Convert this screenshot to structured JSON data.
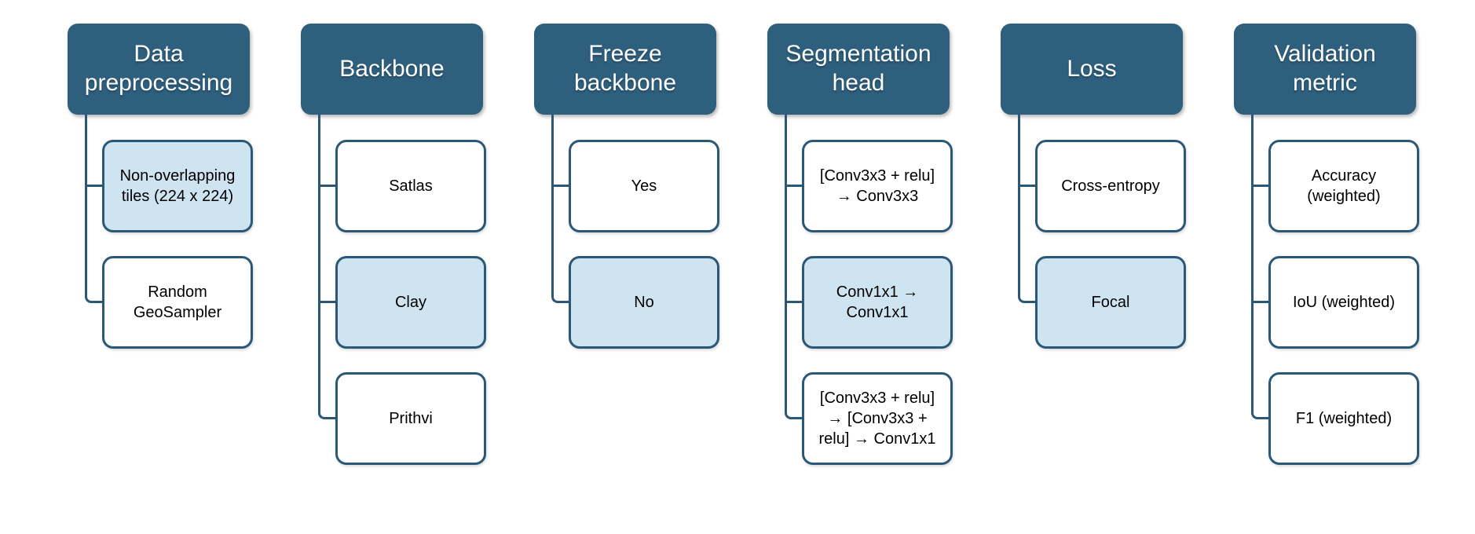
{
  "diagram": {
    "type": "options-tree",
    "colors": {
      "header_bg": "#2E5F7D",
      "header_text": "#FFFFFF",
      "option_bg": "#FFFFFF",
      "option_text": "#000000",
      "selected_bg": "#CFE4F1",
      "line": "#2B5876"
    },
    "columns": [
      {
        "header": "Data\npreprocessing",
        "options": [
          {
            "label": "Non-overlapping\ntiles (224 x 224)",
            "selected": true
          },
          {
            "label": "Random\nGeoSampler",
            "selected": false
          }
        ]
      },
      {
        "header": "Backbone",
        "options": [
          {
            "label": "Satlas",
            "selected": false
          },
          {
            "label": "Clay",
            "selected": true
          },
          {
            "label": "Prithvi",
            "selected": false
          }
        ]
      },
      {
        "header": "Freeze\nbackbone",
        "options": [
          {
            "label": "Yes",
            "selected": false
          },
          {
            "label": "No",
            "selected": true
          }
        ]
      },
      {
        "header": "Segmentation\nhead",
        "options": [
          {
            "label": "[Conv3x3 + relu]\n→ Conv3x3",
            "selected": false
          },
          {
            "label": "Conv1x1 →\nConv1x1",
            "selected": true
          },
          {
            "label": "[Conv3x3 + relu]\n→ [Conv3x3 +\nrelu] → Conv1x1",
            "selected": false
          }
        ]
      },
      {
        "header": "Loss",
        "options": [
          {
            "label": "Cross-entropy",
            "selected": false
          },
          {
            "label": "Focal",
            "selected": true
          }
        ]
      },
      {
        "header": "Validation\nmetric",
        "options": [
          {
            "label": "Accuracy\n(weighted)",
            "selected": false
          },
          {
            "label": "IoU (weighted)",
            "selected": false
          },
          {
            "label": "F1 (weighted)",
            "selected": false
          }
        ]
      }
    ]
  }
}
